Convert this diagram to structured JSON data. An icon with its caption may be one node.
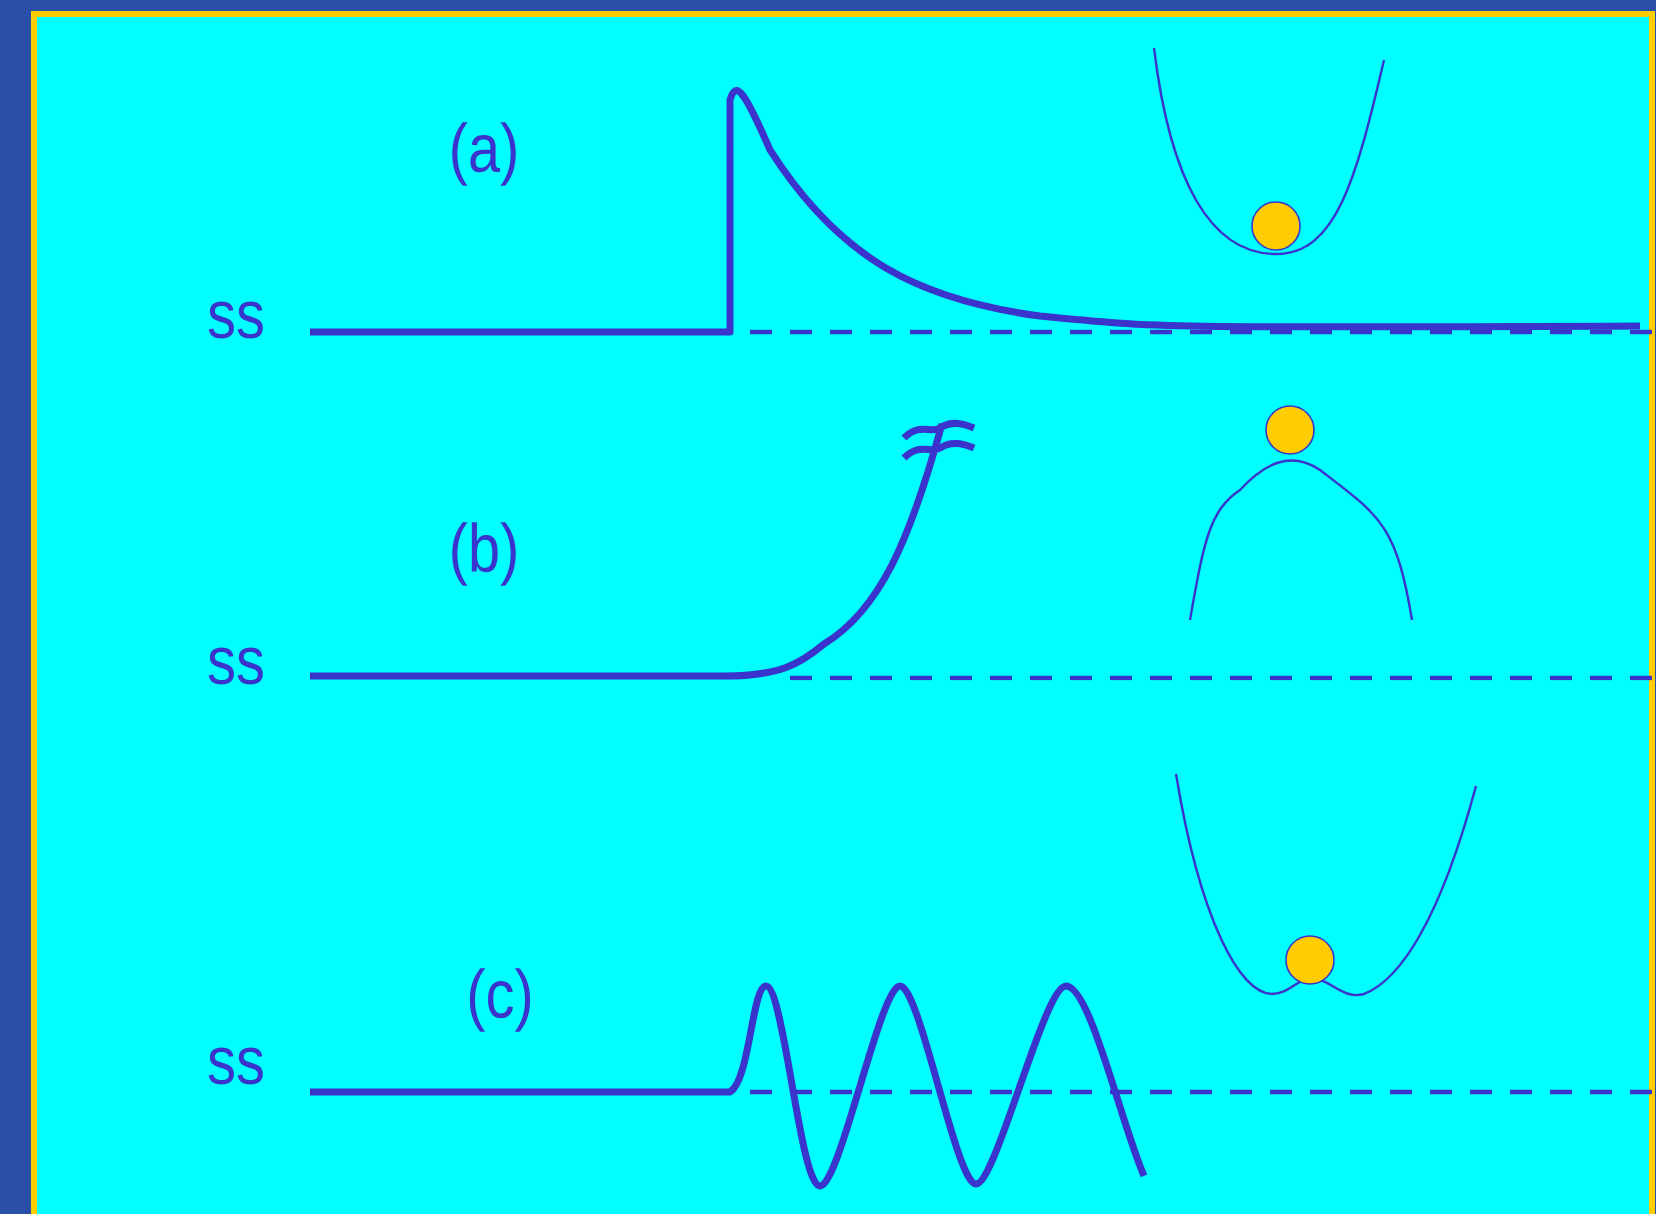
{
  "diagram": {
    "labels": [
      "(a)",
      "ss",
      "(b)",
      "ss",
      "(c)",
      "ss"
    ]
  }
}
